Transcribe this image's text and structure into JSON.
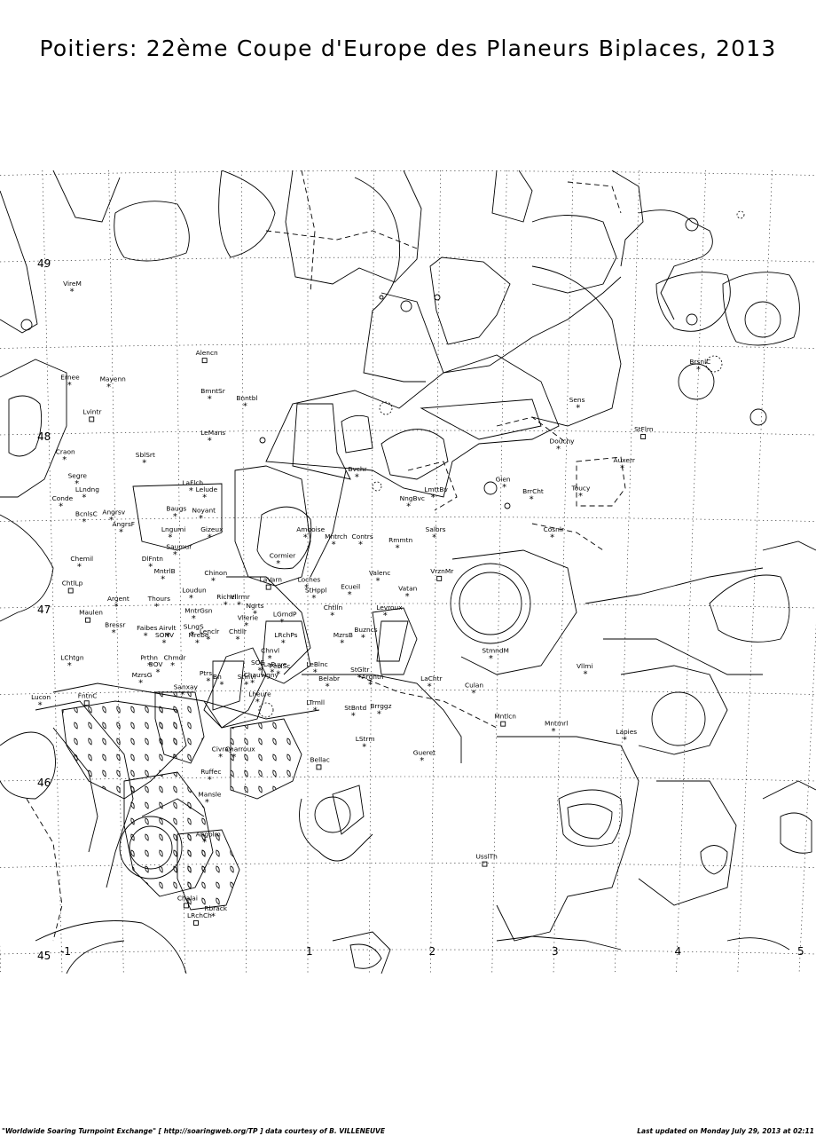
{
  "title": "Poitiers: 22ème Coupe d'Europe des Planeurs Biplaces, 2013",
  "footer": {
    "left_brand": "\"Worldwide Soaring Turnpoint Exchange\"",
    "left_url": " [ http://soaringweb.org/TP ] ",
    "left_credit": "data courtesy of B. VILLENEUVE",
    "right": "Last updated on Monday July 29, 2013 at 02:11"
  },
  "grid": {
    "latitudes": [
      {
        "label": "49",
        "value": 49
      },
      {
        "label": "48",
        "value": 48
      },
      {
        "label": "47",
        "value": 47
      },
      {
        "label": "46",
        "value": 46
      },
      {
        "label": "45",
        "value": 45
      }
    ],
    "longitudes": [
      {
        "label": "-1",
        "value": -1
      },
      {
        "label": "1",
        "value": 1
      },
      {
        "label": "2",
        "value": 2
      },
      {
        "label": "3",
        "value": 3
      },
      {
        "label": "4",
        "value": 4
      },
      {
        "label": "5",
        "value": 5
      }
    ]
  },
  "turnpoints": [
    {
      "name": "VireM",
      "lon": -0.92,
      "lat": 48.83,
      "sym": "star"
    },
    {
      "name": "Alencn",
      "lon": 0.16,
      "lat": 48.43,
      "sym": "sq"
    },
    {
      "name": "Ernee",
      "lon": -0.94,
      "lat": 48.29,
      "sym": "star"
    },
    {
      "name": "Mayenn",
      "lon": -0.62,
      "lat": 48.28,
      "sym": "star"
    },
    {
      "name": "BmntSr",
      "lon": 0.2,
      "lat": 48.21,
      "sym": "star"
    },
    {
      "name": "Bnntbl",
      "lon": 0.49,
      "lat": 48.17,
      "sym": "star"
    },
    {
      "name": "Lvintr",
      "lon": -0.76,
      "lat": 48.09,
      "sym": "sq"
    },
    {
      "name": "LeMans",
      "lon": 0.2,
      "lat": 47.97,
      "sym": "star"
    },
    {
      "name": "Craon",
      "lon": -0.98,
      "lat": 47.86,
      "sym": "star"
    },
    {
      "name": "SblSrt",
      "lon": -0.33,
      "lat": 47.84,
      "sym": "star"
    },
    {
      "name": "Segre",
      "lon": -0.88,
      "lat": 47.72,
      "sym": "star"
    },
    {
      "name": "LaFlch",
      "lon": 0.05,
      "lat": 47.68,
      "sym": "star"
    },
    {
      "name": "LLndng",
      "lon": -0.82,
      "lat": 47.64,
      "sym": "star"
    },
    {
      "name": "Lelude",
      "lon": 0.16,
      "lat": 47.64,
      "sym": "star"
    },
    {
      "name": "Conde",
      "lon": -1.01,
      "lat": 47.59,
      "sym": "star"
    },
    {
      "name": "Baugs",
      "lon": -0.08,
      "lat": 47.53,
      "sym": "star"
    },
    {
      "name": "Noyant",
      "lon": 0.13,
      "lat": 47.52,
      "sym": "star"
    },
    {
      "name": "BcnlsC",
      "lon": -0.82,
      "lat": 47.5,
      "sym": "star"
    },
    {
      "name": "Angrsv",
      "lon": -0.6,
      "lat": 47.51,
      "sym": "star"
    },
    {
      "name": "AngrsF",
      "lon": -0.52,
      "lat": 47.44,
      "sym": "star"
    },
    {
      "name": "Lngumi",
      "lon": -0.12,
      "lat": 47.41,
      "sym": "star"
    },
    {
      "name": "Gizeux",
      "lon": 0.2,
      "lat": 47.41,
      "sym": "star"
    },
    {
      "name": "Saumur",
      "lon": -0.08,
      "lat": 47.31,
      "sym": "star"
    },
    {
      "name": "Chemil",
      "lon": -0.86,
      "lat": 47.24,
      "sym": "star"
    },
    {
      "name": "DlFntn",
      "lon": -0.28,
      "lat": 47.24,
      "sym": "star"
    },
    {
      "name": "Chinon",
      "lon": 0.23,
      "lat": 47.16,
      "sym": "star"
    },
    {
      "name": "MntrlB",
      "lon": -0.18,
      "lat": 47.17,
      "sym": "star"
    },
    {
      "name": "ChtlLp",
      "lon": -0.93,
      "lat": 47.1,
      "sym": "sq"
    },
    {
      "name": "Loudun",
      "lon": 0.05,
      "lat": 47.06,
      "sym": "star"
    },
    {
      "name": "Argent",
      "lon": -0.56,
      "lat": 47.01,
      "sym": "star"
    },
    {
      "name": "Thours",
      "lon": -0.23,
      "lat": 47.01,
      "sym": "star"
    },
    {
      "name": "Richel",
      "lon": 0.33,
      "lat": 47.02,
      "sym": "star"
    },
    {
      "name": "MntrGsn",
      "lon": 0.07,
      "lat": 46.94,
      "sym": "star"
    },
    {
      "name": "Maulen",
      "lon": -0.79,
      "lat": 46.93,
      "sym": "sq"
    },
    {
      "name": "Bressr",
      "lon": -0.58,
      "lat": 46.86,
      "sym": "star"
    },
    {
      "name": "Faibes",
      "lon": -0.32,
      "lat": 46.84,
      "sym": "star"
    },
    {
      "name": "Airvlt",
      "lon": -0.14,
      "lat": 46.84,
      "sym": "star"
    },
    {
      "name": "SLngS",
      "lon": 0.06,
      "lat": 46.85,
      "sym": "star"
    },
    {
      "name": "SONV",
      "lon": -0.17,
      "lat": 46.8,
      "sym": "star"
    },
    {
      "name": "Mrebe",
      "lon": 0.1,
      "lat": 46.8,
      "sym": "star"
    },
    {
      "name": "Lenclr",
      "lon": 0.19,
      "lat": 46.82,
      "sym": "star"
    },
    {
      "name": "Chtllr",
      "lon": 0.43,
      "lat": 46.82,
      "sym": "star"
    },
    {
      "name": "LChtgn",
      "lon": -0.94,
      "lat": 46.67,
      "sym": "star"
    },
    {
      "name": "Prthn",
      "lon": -0.29,
      "lat": 46.67,
      "sym": "star"
    },
    {
      "name": "Chmdr",
      "lon": -0.1,
      "lat": 46.67,
      "sym": "star"
    },
    {
      "name": "3OV",
      "lon": -0.22,
      "lat": 46.63,
      "sym": "star"
    },
    {
      "name": "MzrsG",
      "lon": -0.36,
      "lat": 46.57,
      "sym": "star"
    },
    {
      "name": "Ptrs",
      "lon": 0.19,
      "lat": 46.58,
      "sym": "star"
    },
    {
      "name": "Bn",
      "lon": 0.3,
      "lat": 46.56,
      "sym": "star"
    },
    {
      "name": "Sanxay",
      "lon": -0.02,
      "lat": 46.5,
      "sym": "star"
    },
    {
      "name": "Lucon",
      "lon": -1.18,
      "lat": 46.44,
      "sym": "star"
    },
    {
      "name": "FntnC",
      "lon": -0.8,
      "lat": 46.45,
      "sym": "sq"
    },
    {
      "name": "Chauvigny",
      "lon": 0.55,
      "lat": 46.57,
      "sym": "star"
    },
    {
      "name": "Chnvl",
      "lon": 0.69,
      "lat": 46.71,
      "sym": "star"
    },
    {
      "name": "LRchPs",
      "lon": 0.8,
      "lat": 46.8,
      "sym": "star"
    },
    {
      "name": "LaPuye",
      "lon": 0.71,
      "lat": 46.63,
      "sym": "star"
    },
    {
      "name": "SOE",
      "lon": 0.61,
      "lat": 46.64,
      "sym": "star"
    },
    {
      "name": "PezISc",
      "lon": 0.76,
      "lat": 46.62,
      "sym": "star"
    },
    {
      "name": "Stlnvi",
      "lon": 0.5,
      "lat": 46.56,
      "sym": "star"
    },
    {
      "name": "Lheure",
      "lon": 0.59,
      "lat": 46.46,
      "sym": "star"
    },
    {
      "name": "Civray",
      "lon": 0.29,
      "lat": 46.14,
      "sym": "star"
    },
    {
      "name": "Ruffec",
      "lon": 0.2,
      "lat": 46.01,
      "sym": "star"
    },
    {
      "name": "Charroux",
      "lon": 0.4,
      "lat": 46.14,
      "sym": "star"
    },
    {
      "name": "Mansle",
      "lon": 0.18,
      "lat": 45.88,
      "sym": "star"
    },
    {
      "name": "Angolm",
      "lon": 0.16,
      "lat": 45.65,
      "sym": "star"
    },
    {
      "name": "Chalai",
      "lon": 0.01,
      "lat": 45.28,
      "sym": "sq"
    },
    {
      "name": "LRchCh",
      "lon": 0.09,
      "lat": 45.18,
      "sym": "sq"
    },
    {
      "name": "Rbrack",
      "lon": 0.23,
      "lat": 45.22,
      "sym": "star"
    },
    {
      "name": "Vllrmr",
      "lon": 0.44,
      "lat": 47.02,
      "sym": "star"
    },
    {
      "name": "Ngrts",
      "lon": 0.57,
      "lat": 46.97,
      "sym": "star"
    },
    {
      "name": "LGrndP",
      "lon": 0.79,
      "lat": 46.92,
      "sym": "star"
    },
    {
      "name": "Vllerie",
      "lon": 0.5,
      "lat": 46.9,
      "sym": "star"
    },
    {
      "name": "LaVarn",
      "lon": 0.68,
      "lat": 47.12,
      "sym": "sq"
    },
    {
      "name": "Cormier",
      "lon": 0.76,
      "lat": 47.26,
      "sym": "star"
    },
    {
      "name": "Amboise",
      "lon": 0.98,
      "lat": 47.41,
      "sym": "star"
    },
    {
      "name": "Loches",
      "lon": 0.99,
      "lat": 47.12,
      "sym": "star"
    },
    {
      "name": "StHppl",
      "lon": 1.05,
      "lat": 47.06,
      "sym": "star"
    },
    {
      "name": "Chtlln",
      "lon": 1.2,
      "lat": 46.96,
      "sym": "star"
    },
    {
      "name": "Ecueil",
      "lon": 1.34,
      "lat": 47.08,
      "sym": "star"
    },
    {
      "name": "Valenc",
      "lon": 1.57,
      "lat": 47.16,
      "sym": "star"
    },
    {
      "name": "Vatan",
      "lon": 1.81,
      "lat": 47.07,
      "sym": "star"
    },
    {
      "name": "Levroux",
      "lon": 1.63,
      "lat": 46.96,
      "sym": "star"
    },
    {
      "name": "Buzncs",
      "lon": 1.45,
      "lat": 46.83,
      "sym": "star"
    },
    {
      "name": "MzrsB",
      "lon": 1.28,
      "lat": 46.8,
      "sym": "star"
    },
    {
      "name": "LeBlnc",
      "lon": 1.06,
      "lat": 46.63,
      "sym": "star"
    },
    {
      "name": "Belabr",
      "lon": 1.16,
      "lat": 46.55,
      "sym": "star"
    },
    {
      "name": "StGltr",
      "lon": 1.42,
      "lat": 46.6,
      "sym": "star"
    },
    {
      "name": "Argntn",
      "lon": 1.51,
      "lat": 46.56,
      "sym": "star"
    },
    {
      "name": "LTrmll",
      "lon": 1.06,
      "lat": 46.41,
      "sym": "star"
    },
    {
      "name": "StBntd",
      "lon": 1.37,
      "lat": 46.38,
      "sym": "star"
    },
    {
      "name": "Brrggz",
      "lon": 1.58,
      "lat": 46.39,
      "sym": "star"
    },
    {
      "name": "LaChtr",
      "lon": 1.99,
      "lat": 46.55,
      "sym": "star"
    },
    {
      "name": "Culan",
      "lon": 2.35,
      "lat": 46.51,
      "sym": "star"
    },
    {
      "name": "StmndM",
      "lon": 2.49,
      "lat": 46.71,
      "sym": "star"
    },
    {
      "name": "Vllmi",
      "lon": 3.26,
      "lat": 46.62,
      "sym": "star"
    },
    {
      "name": "Mntlcn",
      "lon": 2.59,
      "lat": 46.33,
      "sym": "sq"
    },
    {
      "name": "Mntmrl",
      "lon": 3.0,
      "lat": 46.29,
      "sym": "star"
    },
    {
      "name": "Lapies",
      "lon": 3.58,
      "lat": 46.24,
      "sym": "star"
    },
    {
      "name": "LStrm",
      "lon": 1.46,
      "lat": 46.2,
      "sym": "star"
    },
    {
      "name": "Gueret",
      "lon": 1.93,
      "lat": 46.12,
      "sym": "star"
    },
    {
      "name": "Bellac",
      "lon": 1.09,
      "lat": 46.08,
      "sym": "sq"
    },
    {
      "name": "UsslTh",
      "lon": 2.44,
      "lat": 45.52,
      "sym": "sq"
    },
    {
      "name": "Mntrch",
      "lon": 1.21,
      "lat": 47.37,
      "sym": "star"
    },
    {
      "name": "Contrs",
      "lon": 1.43,
      "lat": 47.37,
      "sym": "star"
    },
    {
      "name": "Rmmtn",
      "lon": 1.73,
      "lat": 47.35,
      "sym": "star"
    },
    {
      "name": "Salbrs",
      "lon": 2.03,
      "lat": 47.41,
      "sym": "star"
    },
    {
      "name": "VrznMr",
      "lon": 2.07,
      "lat": 47.17,
      "sym": "sq"
    },
    {
      "name": "NngBvc",
      "lon": 1.82,
      "lat": 47.59,
      "sym": "star"
    },
    {
      "name": "LmttBv",
      "lon": 2.02,
      "lat": 47.64,
      "sym": "star"
    },
    {
      "name": "Bvchr",
      "lon": 1.4,
      "lat": 47.76,
      "sym": "star"
    },
    {
      "name": "Gien",
      "lon": 2.6,
      "lat": 47.7,
      "sym": "star"
    },
    {
      "name": "BrrCht",
      "lon": 2.82,
      "lat": 47.63,
      "sym": "star"
    },
    {
      "name": "Cosnlr",
      "lon": 2.99,
      "lat": 47.41,
      "sym": "star"
    },
    {
      "name": "Douchy",
      "lon": 3.04,
      "lat": 47.92,
      "sym": "star"
    },
    {
      "name": "Auxerr",
      "lon": 3.56,
      "lat": 47.81,
      "sym": "star"
    },
    {
      "name": "Toucy",
      "lon": 3.22,
      "lat": 47.65,
      "sym": "star"
    },
    {
      "name": "StFlrn",
      "lon": 3.73,
      "lat": 47.99,
      "sym": "sq"
    },
    {
      "name": "Sens",
      "lon": 3.2,
      "lat": 48.16,
      "sym": "star"
    },
    {
      "name": "BrsnlC",
      "lon": 4.18,
      "lat": 48.38,
      "sym": "star"
    }
  ]
}
